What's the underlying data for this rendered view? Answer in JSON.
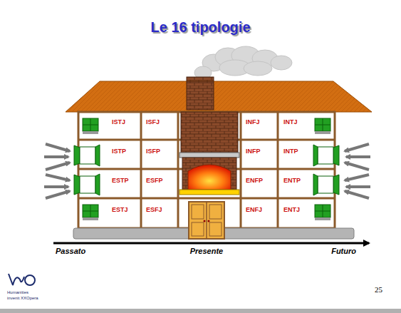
{
  "diagram": {
    "title": "Le 16 tipologie",
    "labels": [
      "ISTJ",
      "ISFJ",
      "INFJ",
      "INTJ",
      "ISTP",
      "ISFP",
      "INFP",
      "INTP",
      "ESTP",
      "ESFP",
      "ENFP",
      "ENTP",
      "ESTJ",
      "ESFJ",
      "ENFJ",
      "ENTJ",
      "Passato",
      "Presente",
      "Futuro",
      "25",
      "Humanities",
      "invenit XXOpera"
    ]
  }
}
